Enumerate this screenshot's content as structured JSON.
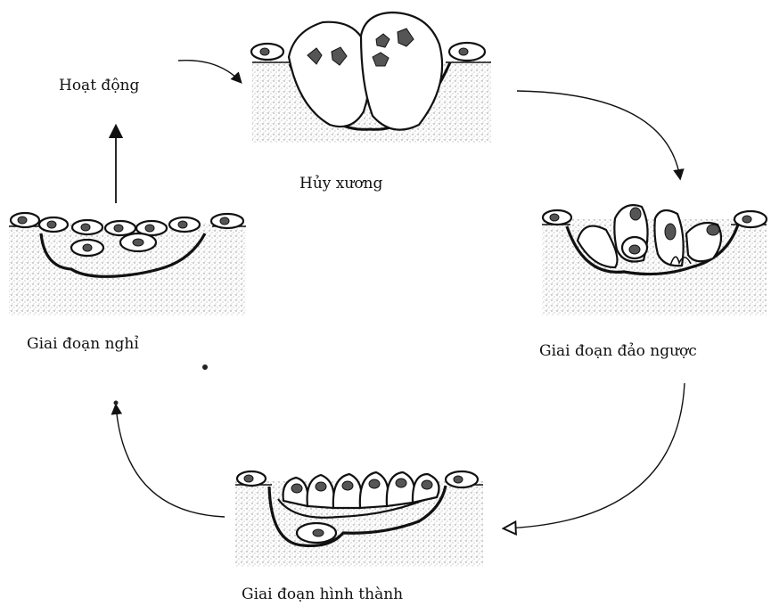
{
  "labels": {
    "activation": "Hoạt động",
    "resorption": "Hủy xương",
    "reversal": "Giai đoạn đảo ngược",
    "formation": "Giai đoạn hình thành",
    "resting": "Giai đoạn nghỉ"
  }
}
